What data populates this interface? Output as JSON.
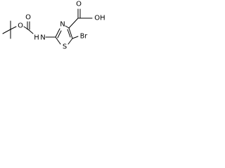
{
  "molecule": {
    "labels": {
      "carbonyl_o_ester": "O",
      "ether_o": "O",
      "amide_n": "N",
      "amide_h": "H",
      "ring_s": "S",
      "ring_n": "N",
      "bromine": "Br",
      "acid_o_carbonyl": "O",
      "acid_oh": "OH"
    }
  }
}
